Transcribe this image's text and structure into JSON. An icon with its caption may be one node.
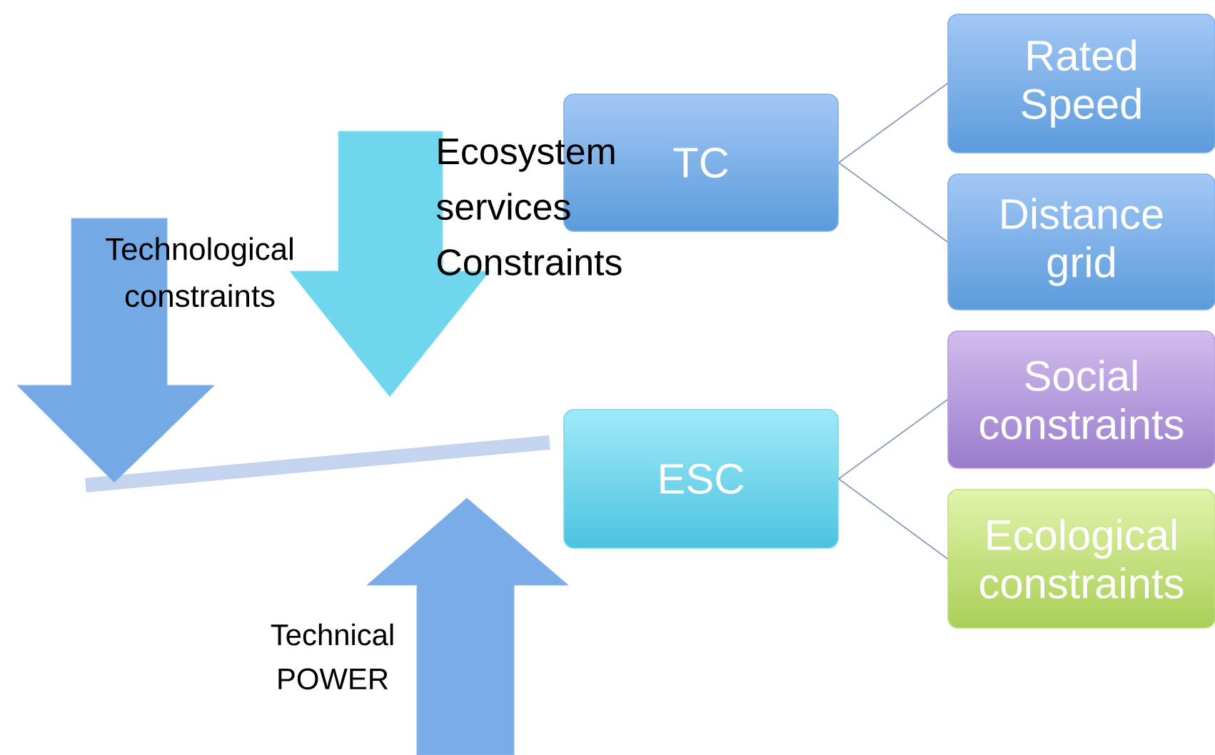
{
  "diagram": {
    "nodes": [
      {
        "text": [
          "TC"
        ]
      },
      {
        "text": [
          "Rated Speed"
        ]
      },
      {
        "text": [
          "Distance grid"
        ]
      },
      {
        "text": [
          "ESC"
        ]
      },
      {
        "text": [
          "Social constraints"
        ]
      },
      {
        "text": [
          "Ecological constraints"
        ]
      }
    ],
    "edges": [
      {
        "from": 0,
        "to": 1,
        "arrow": "none"
      },
      {
        "from": 0,
        "to": 2,
        "arrow": "none"
      },
      {
        "from": 3,
        "to": 4,
        "arrow": "none"
      },
      {
        "from": 3,
        "to": 5,
        "arrow": "none"
      }
    ],
    "labels": [
      "Technological constraints",
      "Ecosystem services Constraints",
      "Technical POWER"
    ]
  }
}
